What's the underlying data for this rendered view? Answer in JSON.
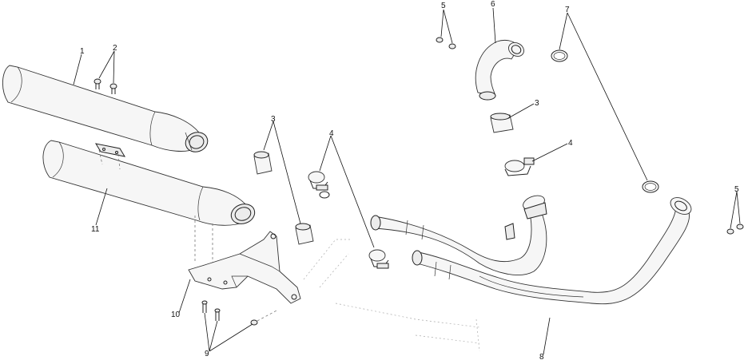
{
  "callouts": {
    "c1": "1",
    "c2": "2",
    "c3a": "3",
    "c3b": "3",
    "c4a": "4",
    "c4b": "4",
    "c5a": "5",
    "c5b": "5",
    "c6": "6",
    "c7": "7",
    "c8": "8",
    "c9": "9",
    "c10": "10",
    "c11": "11"
  }
}
